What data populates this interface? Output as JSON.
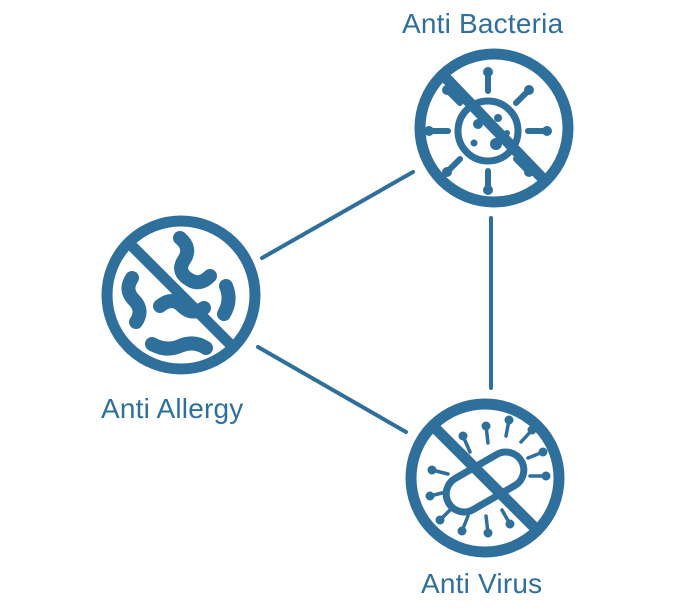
{
  "colors": {
    "accent": "#2f6f9c",
    "background": "#ffffff"
  },
  "nodes": {
    "bacteria": {
      "label": "Anti Bacteria",
      "icon": "no-bacteria-icon"
    },
    "allergy": {
      "label": "Anti Allergy",
      "icon": "no-allergen-icon"
    },
    "virus": {
      "label": "Anti Virus",
      "icon": "no-virus-icon"
    }
  },
  "edges": [
    {
      "from": "bacteria",
      "to": "allergy"
    },
    {
      "from": "bacteria",
      "to": "virus"
    },
    {
      "from": "allergy",
      "to": "virus"
    }
  ]
}
